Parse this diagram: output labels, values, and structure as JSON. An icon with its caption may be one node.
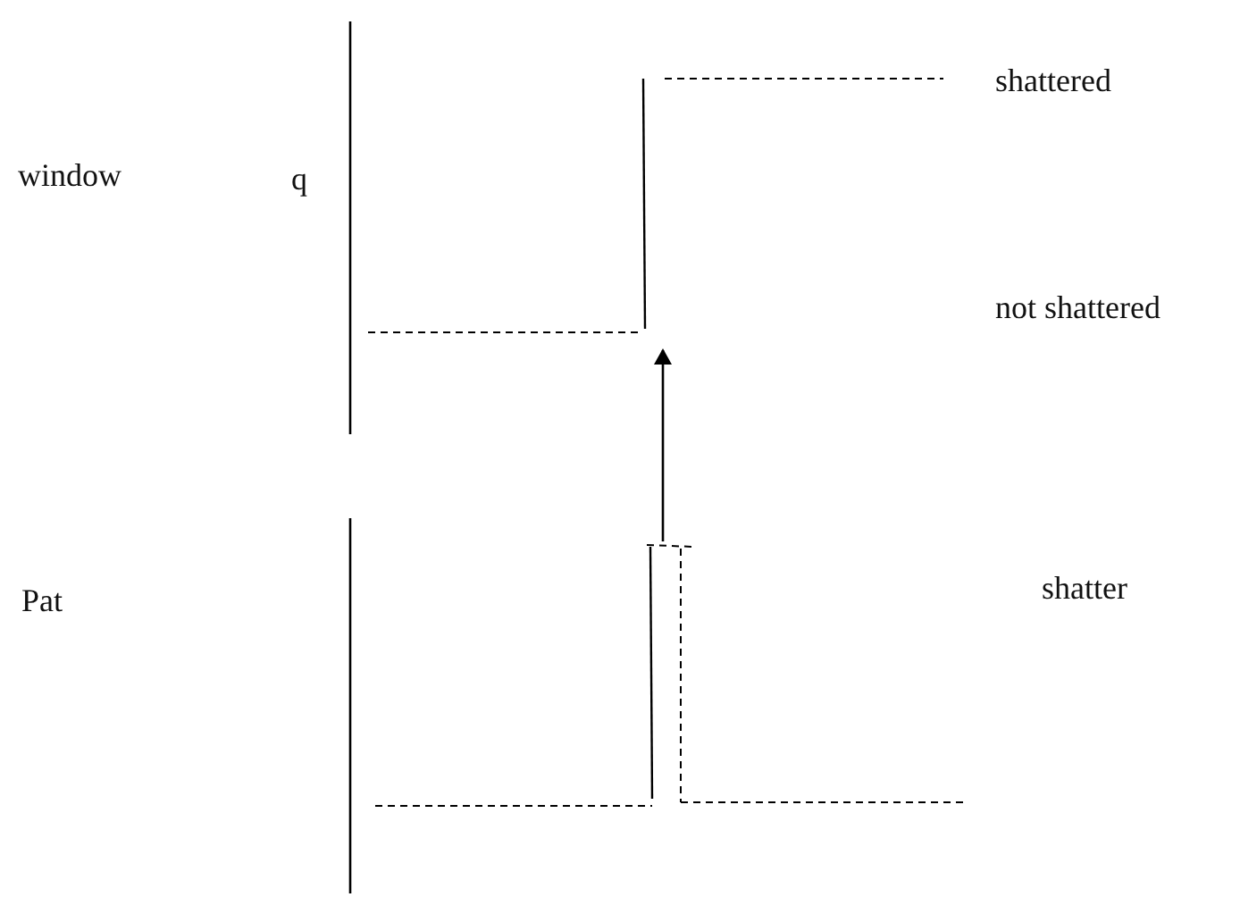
{
  "diagram": {
    "nodes": [
      {
        "text": [],
        "shape": "picture"
      },
      {
        "text": [],
        "shape": "picture"
      }
    ],
    "edges": [
      {
        "from": 1,
        "to": 0,
        "arrow": "to"
      }
    ],
    "labels": [
      "window",
      "q",
      "shattered",
      "not shattered",
      "Pat",
      "shatter"
    ]
  }
}
